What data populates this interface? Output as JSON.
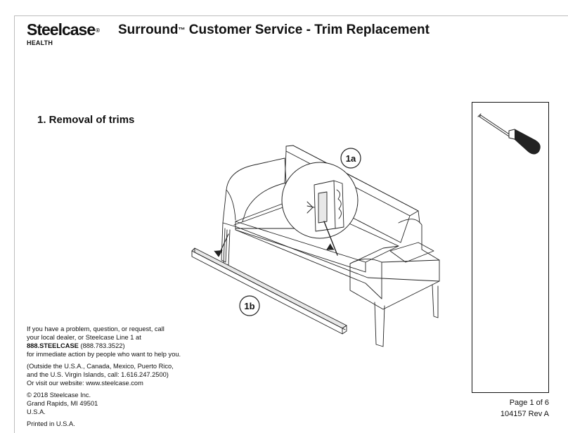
{
  "header": {
    "brand": "Steelcase",
    "brand_mark": "®",
    "division": "HEALTH",
    "title_main": "Surround",
    "title_tm": "™",
    "title_rest": " Customer Service - Trim Replacement"
  },
  "step": {
    "title": "1. Removal of trims"
  },
  "callouts": {
    "a": "1a",
    "b": "1b"
  },
  "contact": {
    "line1": "If you have a problem, question, or request, call",
    "line2": "your local dealer, or Steelcase Line 1 at",
    "phone_bold": "888.STEELCASE",
    "phone_num": " (888.783.3522)",
    "line4": "for immediate action by people who want to help you.",
    "line5": "(Outside the U.S.A., Canada, Mexico, Puerto Rico,",
    "line6": "and the U.S. Virgin Islands, call: 1.616.247.2500)",
    "line7": "Or visit our website: www.steelcase.com",
    "copyright": "© 2018 Steelcase Inc.",
    "city": "Grand Rapids, MI 49501",
    "country": "U.S.A.",
    "printed": "Printed in U.S.A."
  },
  "tools": {
    "icon": "screwdriver-icon"
  },
  "footer": {
    "page": "Page 1 of 6",
    "doc_number": "104157 Rev A"
  }
}
